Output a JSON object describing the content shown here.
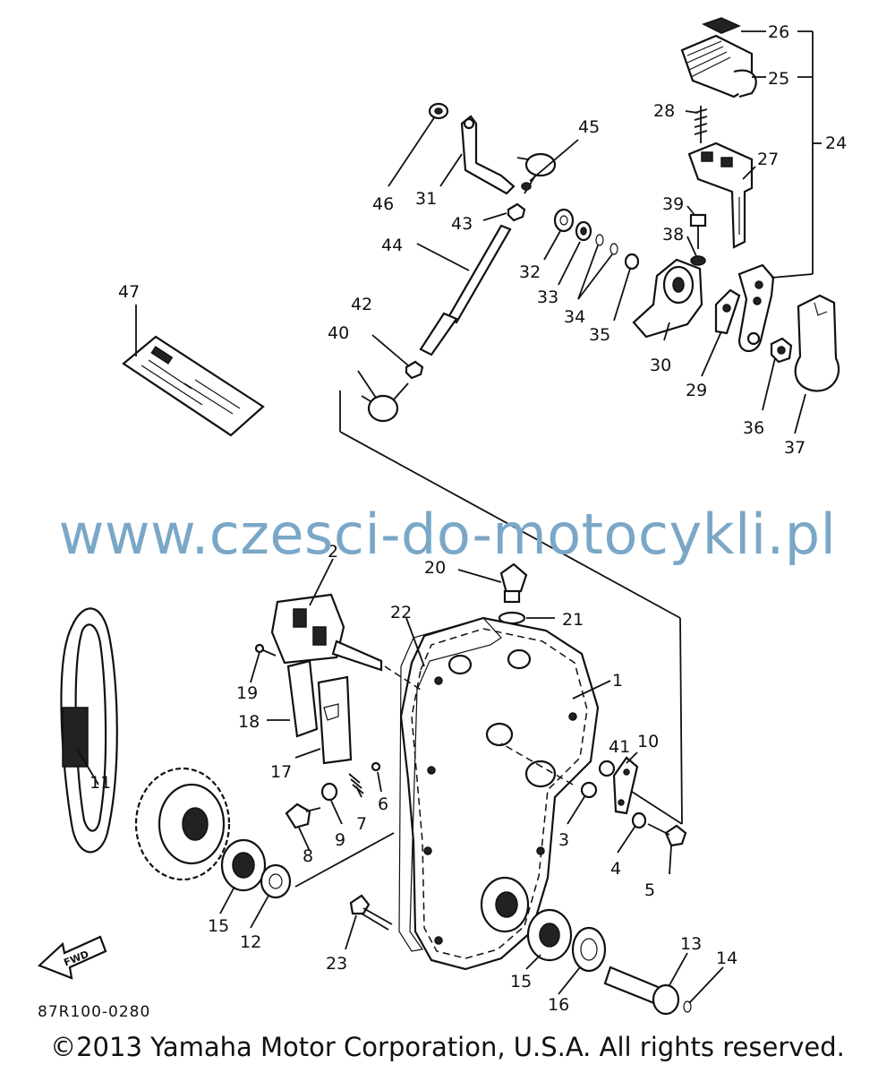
{
  "labels": {
    "l1": "1",
    "l2": "2",
    "l3": "3",
    "l4": "4",
    "l5": "5",
    "l6": "6",
    "l7": "7",
    "l8": "8",
    "l9": "9",
    "l10": "10",
    "l11": "11",
    "l12": "12",
    "l13": "13",
    "l14": "14",
    "l15a": "15",
    "l15b": "15",
    "l16": "16",
    "l17": "17",
    "l18": "18",
    "l19": "19",
    "l20": "20",
    "l21": "21",
    "l22": "22",
    "l23": "23",
    "l24": "24",
    "l25": "25",
    "l26": "26",
    "l27": "27",
    "l28": "28",
    "l29": "29",
    "l30": "30",
    "l31": "31",
    "l32": "32",
    "l33": "33",
    "l34": "34",
    "l35": "35",
    "l36": "36",
    "l37": "37",
    "l38": "38",
    "l39": "39",
    "l40": "40",
    "l41": "41",
    "l42": "42",
    "l43": "43",
    "l44": "44",
    "l45": "45",
    "l46": "46",
    "l47": "47"
  },
  "fwd_label": "FWD",
  "watermark": "www.czesci-do-motocykli.pl",
  "diagram_code": "87R100-0280",
  "copyright": "©2013 Yamaha Motor Corporation, U.S.A. All rights reserved."
}
